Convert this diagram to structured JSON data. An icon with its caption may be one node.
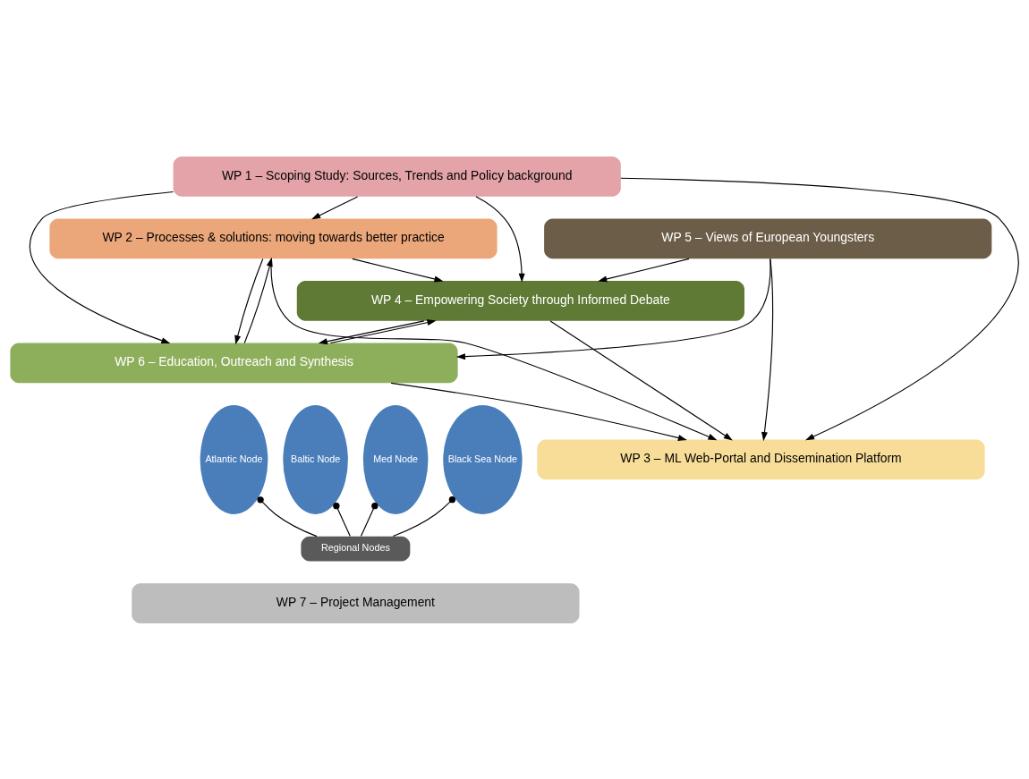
{
  "diagram": {
    "nodes": [
      {
        "text": [
          "WP 1 – Scoping Study: Sources, Trends and Policy background"
        ]
      },
      {
        "text": [
          "WP 2 – Processes & solutions: moving towards better practice"
        ]
      },
      {
        "text": [
          "WP 3 – ML Web-Portal and Dissemination Platform"
        ]
      },
      {
        "text": [
          "WP 4 – Empowering Society through Informed Debate"
        ]
      },
      {
        "text": [
          "WP 5 – Views of European Youngsters"
        ]
      },
      {
        "text": [
          "WP 6 – Education, Outreach and Synthesis"
        ]
      },
      {
        "text": [
          "Atlantic Node"
        ]
      },
      {
        "text": [
          "Baltic Node"
        ]
      },
      {
        "text": [
          "Med Node"
        ]
      },
      {
        "text": [
          "Black Sea Node"
        ]
      },
      {
        "text": [
          "Regional Nodes"
        ]
      },
      {
        "text": [
          "WP 7 – Project Management"
        ]
      }
    ],
    "edges": [
      {
        "from": 0,
        "to": 1,
        "arrow": "to"
      },
      {
        "from": 0,
        "to": 2,
        "arrow": "to"
      },
      {
        "from": 0,
        "to": 3,
        "arrow": "to"
      },
      {
        "from": 0,
        "to": 5,
        "arrow": "to"
      },
      {
        "from": 1,
        "to": 2,
        "arrow": "to"
      },
      {
        "from": 1,
        "to": 3,
        "arrow": "to"
      },
      {
        "from": 1,
        "to": 5,
        "arrow": "to"
      },
      {
        "from": 3,
        "to": 5,
        "arrow": "to"
      },
      {
        "from": 4,
        "to": 5,
        "arrow": "to"
      },
      {
        "from": 5,
        "to": 3,
        "arrow": "to"
      },
      {
        "from": 3,
        "to": 2,
        "arrow": "to"
      },
      {
        "from": 4,
        "to": 3,
        "arrow": "to"
      },
      {
        "from": 4,
        "to": 2,
        "arrow": "to"
      },
      {
        "from": 5,
        "to": 2,
        "arrow": "to"
      },
      {
        "from": 5,
        "to": 1,
        "arrow": "to"
      },
      {
        "from": 6,
        "to": 10,
        "arrow": "other"
      },
      {
        "from": 7,
        "to": 10,
        "arrow": "other"
      },
      {
        "from": 8,
        "to": 10,
        "arrow": "other"
      },
      {
        "from": 9,
        "to": 10,
        "arrow": "other"
      }
    ]
  }
}
